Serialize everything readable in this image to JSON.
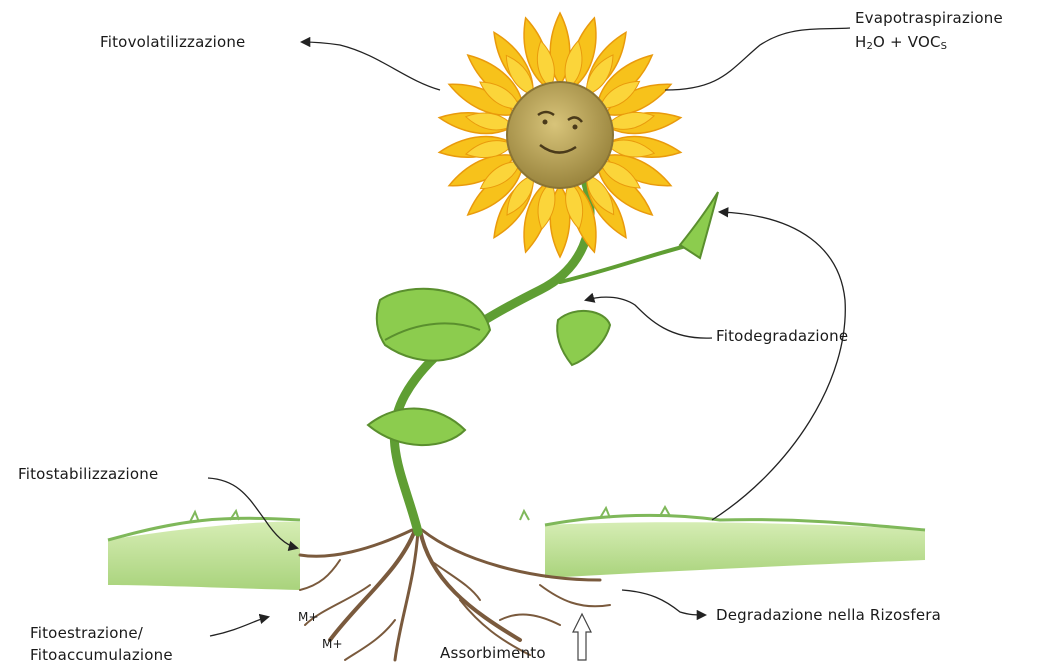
{
  "labels": {
    "fitovolatilizzazione": "Fitovolatilizzazione",
    "evapotraspirazione": "Evapotraspirazione",
    "formula": {
      "h": "H",
      "h_sub": "2",
      "mid": "O + VOC",
      "voc_sub": "S"
    },
    "fitodegradazione": "Fitodegradazione",
    "fitostabilizzazione": "Fitostabilizzazione",
    "fitoestrazione_line1": "Fitoestrazione/",
    "fitoestrazione_line2": "Fitoaccumulazione",
    "degradazione_rizosfera": "Degradazione nella Rizosfera",
    "assorbimento": "Assorbimento",
    "metal_ion_1": "M+",
    "metal_ion_2": "M+"
  },
  "colors": {
    "petal": "#f7c21b",
    "petal_dark": "#e99a0c",
    "center": "#b9a155",
    "stem": "#6aa83a",
    "leaf": "#8ccc4e",
    "ground": "#b8dc8c",
    "root": "#7a5a3d",
    "arrow": "#222222"
  }
}
